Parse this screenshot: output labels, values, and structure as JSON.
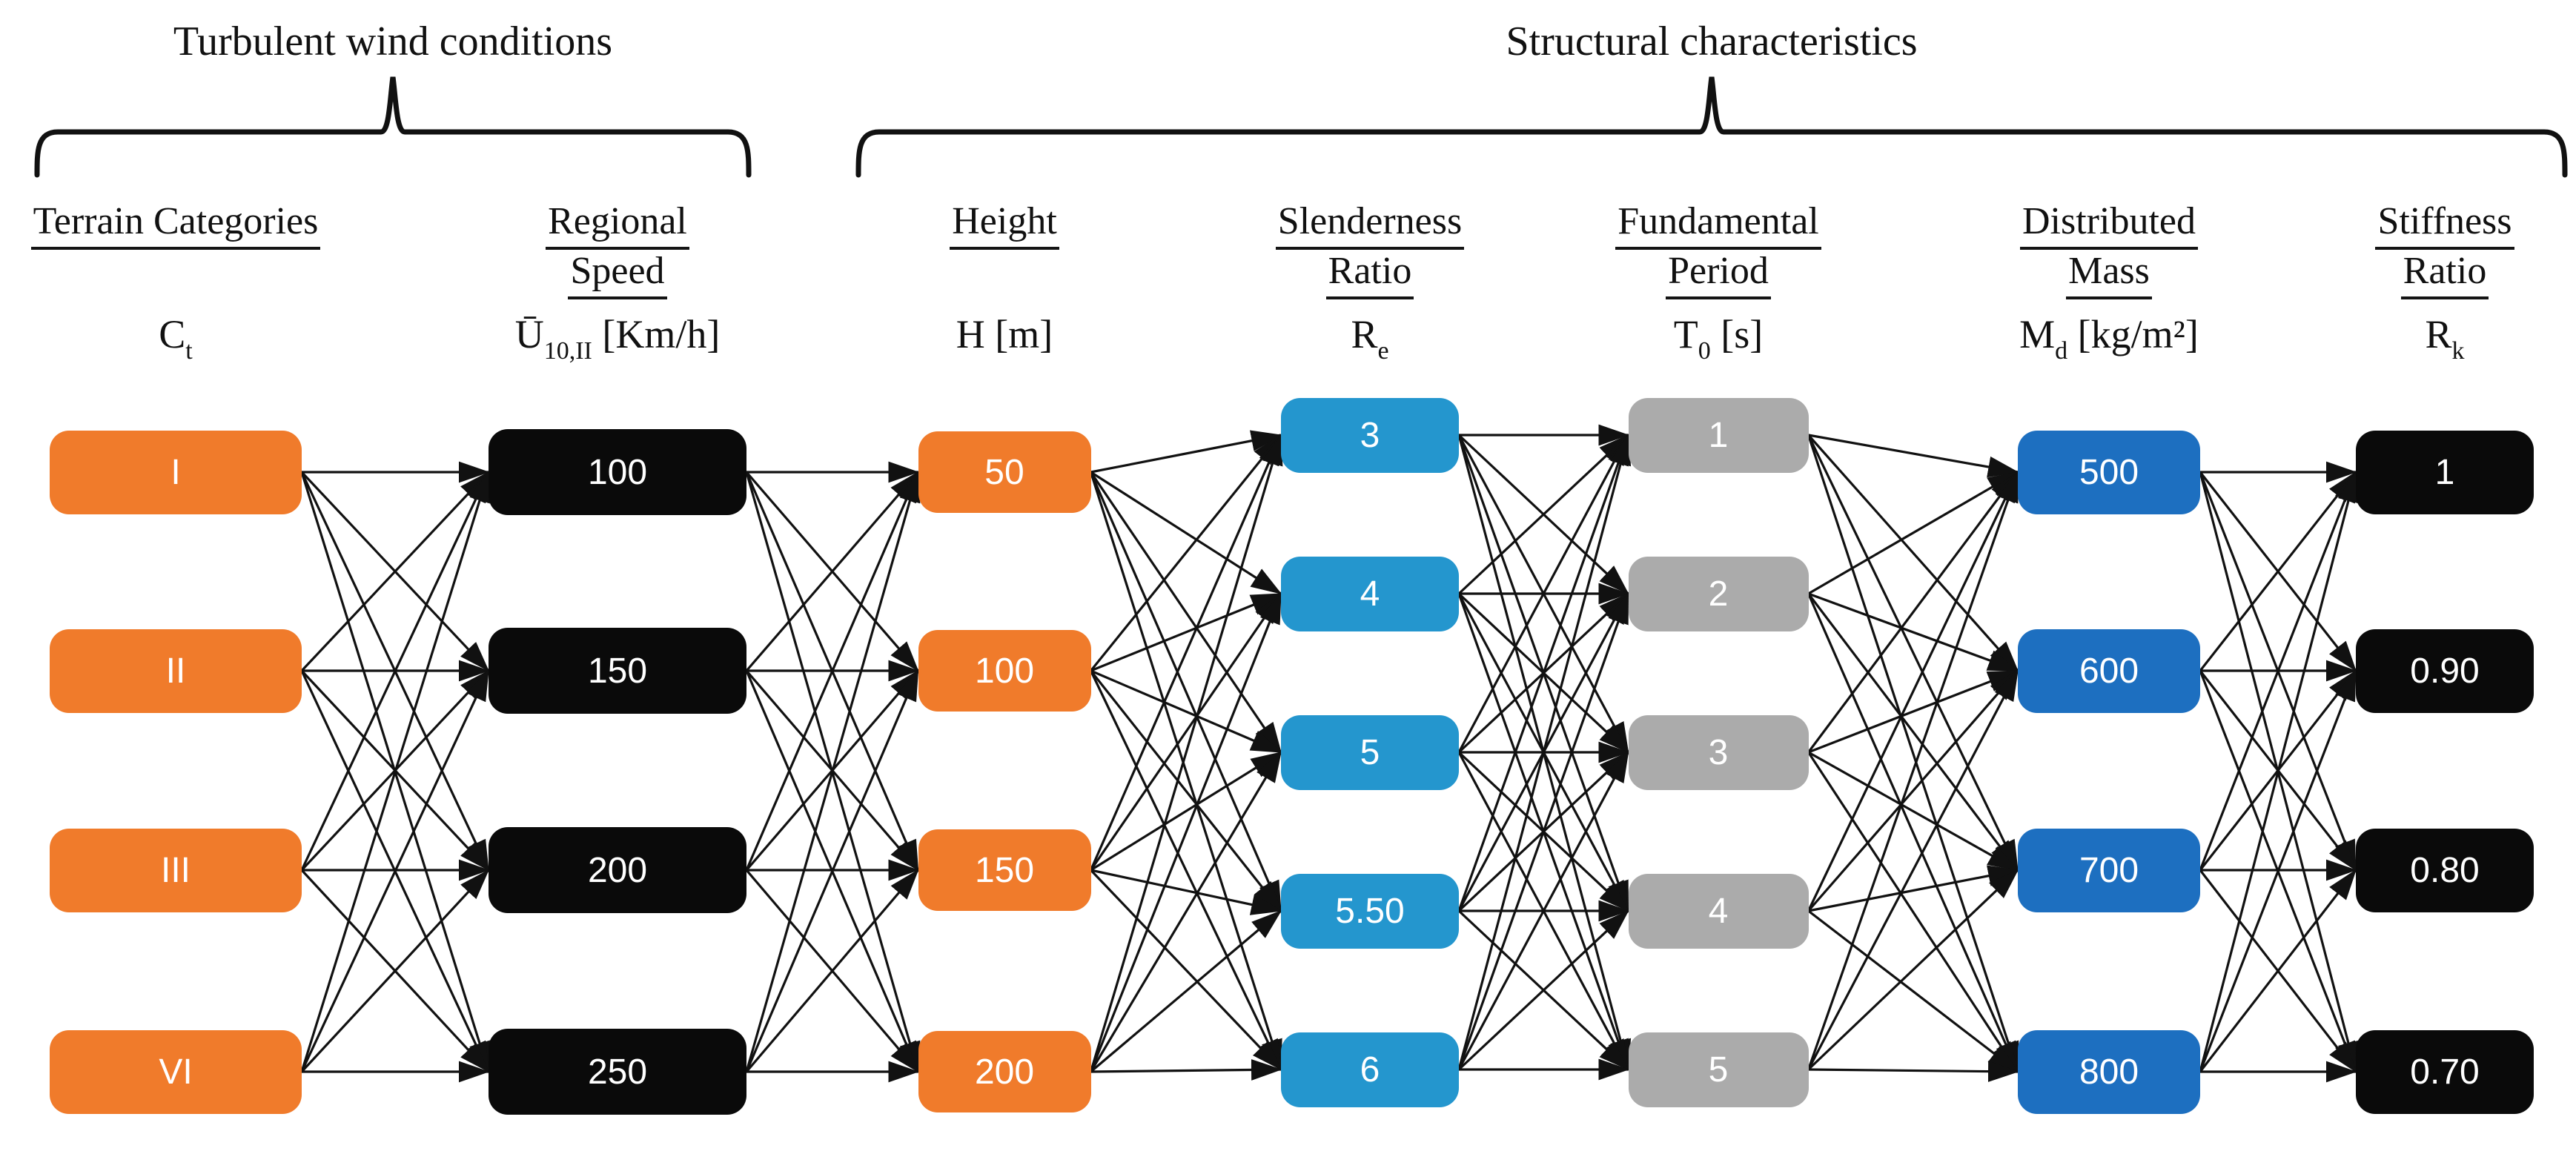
{
  "figure": {
    "type": "layered-parameter-graph",
    "description": "Parameter combination diagram: each column lists discrete values; every value connects with arrows to every value of the next column."
  },
  "groups": [
    {
      "title": "Turbulent wind conditions",
      "span_columns": [
        "terrain-categories",
        "regional-speed"
      ]
    },
    {
      "title": "Structural characteristics",
      "span_columns": [
        "height",
        "slenderness-ratio",
        "fundamental-period",
        "distributed-mass",
        "stiffness-ratio"
      ]
    }
  ],
  "columns": [
    {
      "id": "terrain-categories",
      "header_lines": [
        "Terrain Categories"
      ],
      "symbol": {
        "main": "C",
        "sub": "t",
        "suffix": ""
      },
      "color": "orange",
      "nodes": [
        "I",
        "II",
        "III",
        "VI"
      ]
    },
    {
      "id": "regional-speed",
      "header_lines": [
        "Regional",
        "Speed"
      ],
      "symbol": {
        "main": "Ū",
        "sub": "10,II",
        "suffix": " [Km/h]"
      },
      "color": "black",
      "nodes": [
        "100",
        "150",
        "200",
        "250"
      ]
    },
    {
      "id": "height",
      "header_lines": [
        "Height"
      ],
      "symbol": {
        "main": "H",
        "sub": "",
        "suffix": " [m]"
      },
      "color": "orange",
      "nodes": [
        "50",
        "100",
        "150",
        "200"
      ]
    },
    {
      "id": "slenderness-ratio",
      "header_lines": [
        "Slenderness",
        "Ratio"
      ],
      "symbol": {
        "main": "R",
        "sub": "e",
        "suffix": ""
      },
      "color": "light_blue",
      "nodes": [
        "3",
        "4",
        "5",
        "5.50",
        "6"
      ]
    },
    {
      "id": "fundamental-period",
      "header_lines": [
        "Fundamental",
        "Period"
      ],
      "symbol": {
        "main": "T",
        "sub": "0",
        "suffix": " [s]"
      },
      "color": "gray",
      "nodes": [
        "1",
        "2",
        "3",
        "4",
        "5"
      ]
    },
    {
      "id": "distributed-mass",
      "header_lines": [
        "Distributed",
        "Mass"
      ],
      "symbol": {
        "main": "M",
        "sub": "d",
        "suffix": " [kg/m²]"
      },
      "color": "blue",
      "nodes": [
        "500",
        "600",
        "700",
        "800"
      ]
    },
    {
      "id": "stiffness-ratio",
      "header_lines": [
        "Stiffness",
        "Ratio"
      ],
      "symbol": {
        "main": "R",
        "sub": "k",
        "suffix": ""
      },
      "color": "black",
      "nodes": [
        "1",
        "0.90",
        "0.80",
        "0.70"
      ]
    }
  ],
  "connections": {
    "pattern": "complete-bipartite-between-adjacent-columns",
    "direction": "left-to-right",
    "arrowheads": "at-target",
    "pairs": [
      [
        "terrain-categories",
        "regional-speed"
      ],
      [
        "regional-speed",
        "height"
      ],
      [
        "height",
        "slenderness-ratio"
      ],
      [
        "slenderness-ratio",
        "fundamental-period"
      ],
      [
        "fundamental-period",
        "distributed-mass"
      ],
      [
        "distributed-mass",
        "stiffness-ratio"
      ]
    ]
  },
  "colors": {
    "background": "#FFFFFF",
    "orange": "#F07B2B",
    "black": "#0A0A0A",
    "light_blue": "#2496CE",
    "gray": "#ABABAB",
    "blue": "#1D6FC0",
    "node_text": "#FFFFFF",
    "line": "#111111",
    "heading_text": "#111111"
  }
}
